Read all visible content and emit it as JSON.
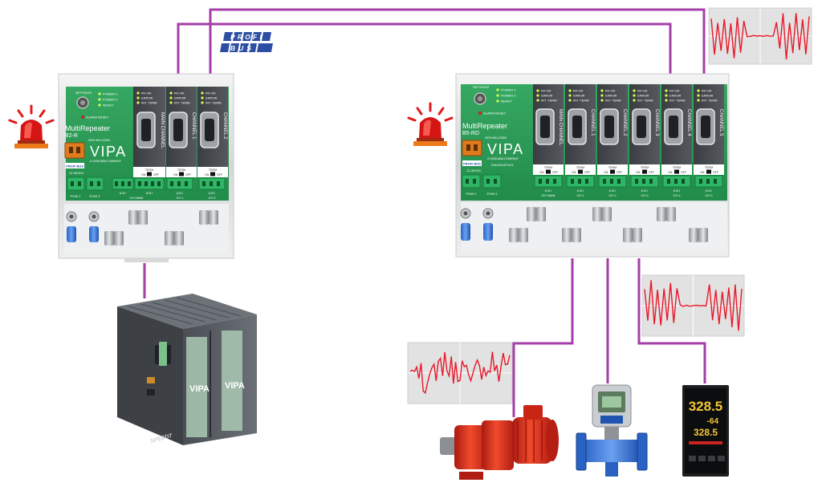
{
  "profibus": {
    "line1": "PROFI",
    "line2": "BUS"
  },
  "repeater_left": {
    "title": "MultiRepeater",
    "model": "B2-R",
    "part": "VIPA 900-1CB20",
    "brand": "VIPA",
    "brand_sub": "A YASKAWA COMPANY",
    "settings": "SETTINGS",
    "led_labels": [
      "POWER 1",
      "POWER 2",
      "READY"
    ],
    "alarm_reset": "ALARM RESET",
    "supply": "12-30VDC",
    "logo": "PROFI BUS",
    "channels": [
      {
        "leds": [
          "RX-OK",
          "ERROR",
          "INT. TERM"
        ],
        "name": "MAIN CHANNEL",
        "bottom": "CH MAIN"
      },
      {
        "leds": [
          "RX-OK",
          "ERROR",
          "INT. TERM"
        ],
        "name": "CHANNEL 1",
        "bottom": "CH 1"
      },
      {
        "leds": [
          "RX-OK",
          "ERROR",
          "INT. TERM"
        ],
        "name": "CHANNEL 2",
        "bottom": "CH 2"
      }
    ],
    "term": "TERM",
    "on": "ON",
    "off": "OFF",
    "pow1": "POW 1",
    "pow2": "POW 2",
    "pins": "A B I"
  },
  "repeater_right": {
    "title": "MultiRepeater",
    "model": "B5-RD",
    "part": "VIPA 900-1CB50",
    "brand": "VIPA",
    "brand_sub": "A YASKAWA COMPANY",
    "settings": "SETTINGS",
    "led_labels": [
      "POWER 1",
      "POWER 2",
      "READY"
    ],
    "alarm_reset": "ALARM RESET",
    "supply": "12-30VDC",
    "diagnostics": "DIAGNOSTICS",
    "logo": "PROFI BUS",
    "channels": [
      {
        "leds": [
          "RX-OK",
          "ERROR",
          "INT. TERM"
        ],
        "name": "MAIN CHANNEL",
        "bottom": "CH MAIN"
      },
      {
        "leds": [
          "RX-OK",
          "ERROR",
          "INT. TERM"
        ],
        "name": "CHANNEL 1",
        "bottom": "CH 1"
      },
      {
        "leds": [
          "RX-OK",
          "ERROR",
          "INT. TERM"
        ],
        "name": "CHANNEL 2",
        "bottom": "CH 2"
      },
      {
        "leds": [
          "RX-OK",
          "ERROR",
          "INT. TERM"
        ],
        "name": "CHANNEL 3",
        "bottom": "CH 3"
      },
      {
        "leds": [
          "RX-OK",
          "ERROR",
          "INT. TERM"
        ],
        "name": "CHANNEL 4",
        "bottom": "CH 4"
      },
      {
        "leds": [
          "RX-OK",
          "ERROR",
          "INT. TERM"
        ],
        "name": "CHANNEL 5",
        "bottom": "CH 5"
      }
    ],
    "term": "TERM",
    "on": "ON",
    "off": "OFF",
    "pow1": "POW 1",
    "pow2": "POW 2",
    "pins": "A B I"
  },
  "plc": {
    "brand": "VIPA",
    "series": "SPEED7"
  },
  "controller": {
    "display1": "328.5",
    "display2": "-64",
    "display3": "328.5"
  },
  "icons": [
    "alarm-beacon-icon",
    "profibus-logo-icon",
    "oscilloscope-icon",
    "plc-icon",
    "gear-motor-icon",
    "flowmeter-icon",
    "temperature-controller-icon"
  ],
  "colors": {
    "bus_line": "#a43ea8",
    "panel_green": "#2a9a56",
    "signal": "#e8182a",
    "scope_bg": "#e2e2e2"
  }
}
